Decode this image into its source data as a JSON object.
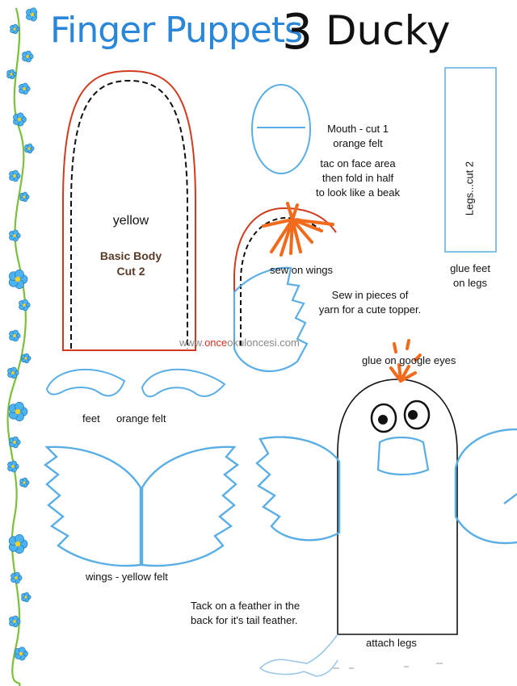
{
  "header": {
    "title_left": "Finger Puppets",
    "title_number": "3",
    "title_right": "Ducky"
  },
  "colors": {
    "title_blue": "#2a86d8",
    "outline_red": "#d23a1e",
    "outline_blue": "#5aaee6",
    "yarn_orange": "#f26a1b",
    "flower_blue": "#4db3f0",
    "vine_green": "#7bbf3a"
  },
  "body_piece": {
    "color_label": "yellow",
    "name_label": "Basic Body",
    "cut_label": "Cut 2"
  },
  "mouth_piece": {
    "line1": "Mouth - cut 1",
    "line2": "orange felt",
    "line3": "tac on face area",
    "line4": "then fold in half",
    "line5": "to look like a beak"
  },
  "legs_piece": {
    "label": "Legs...cut 2",
    "note_line1": "glue feet",
    "note_line2": "on legs"
  },
  "instructions": {
    "sew_wings": "sew on wings",
    "yarn_line1": "Sew in pieces of",
    "yarn_line2": "yarn for a cute topper.",
    "google_eyes": "glue on google eyes",
    "feather_line1": "Tack on a feather in the",
    "feather_line2": "back for it's tail feather.",
    "attach_legs": "attach legs"
  },
  "feet_piece": {
    "label": "feet",
    "material": "orange felt"
  },
  "wings_piece": {
    "label": "wings - yellow felt"
  },
  "watermark": {
    "prefix": "www.",
    "highlight": "once",
    "suffix": "okuloncesi.com"
  }
}
